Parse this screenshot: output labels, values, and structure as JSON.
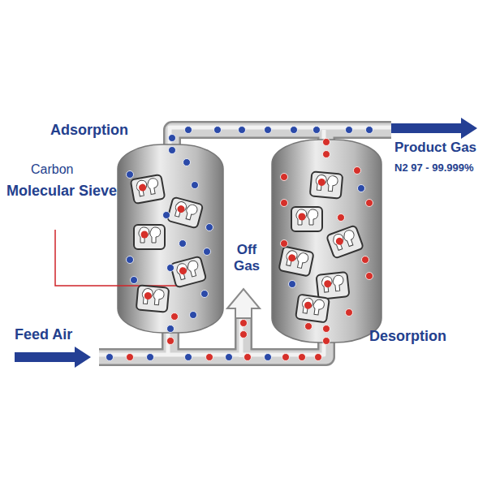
{
  "diagram": {
    "labels": [
      "Adsorption",
      "Carbon",
      "Molecular Sieve",
      "Off Gas",
      "Product Gas",
      "N2 97 - 99.999%",
      "Feed Air",
      "Desorption"
    ]
  }
}
